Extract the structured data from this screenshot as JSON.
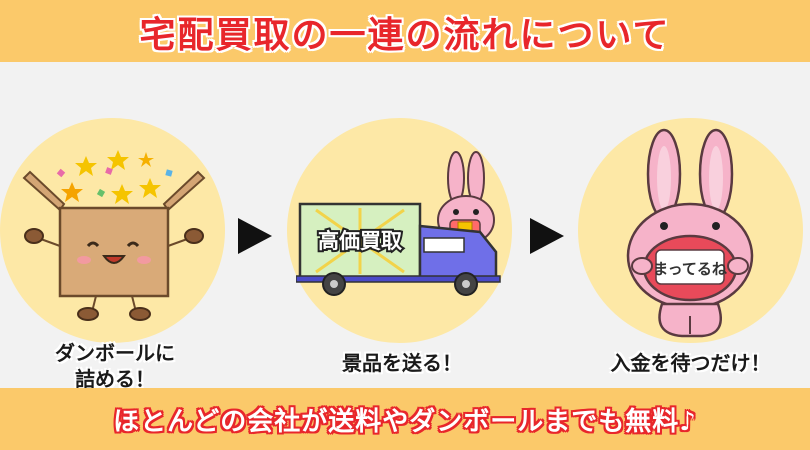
{
  "title": "宅配買取の一連の流れについて",
  "steps": [
    {
      "label_line1": "ダンボールに",
      "label_line2": "詰める！",
      "icon": "cardboard-box-icon"
    },
    {
      "label_line1": "景品を送る！",
      "label_line2": "",
      "icon": "delivery-truck-icon",
      "truck_text": "高価買取"
    },
    {
      "label_line1": "入金を待つだけ！",
      "label_line2": "",
      "icon": "rabbit-icon",
      "sign_text": "まってるね"
    }
  ],
  "footer": "ほとんどの会社が送料やダンボールまでも無料♪",
  "colors": {
    "band": "#fbc96a",
    "title_red": "#e8262b",
    "circle": "#fde8a6",
    "rabbit_pink": "#f6b3c9"
  }
}
